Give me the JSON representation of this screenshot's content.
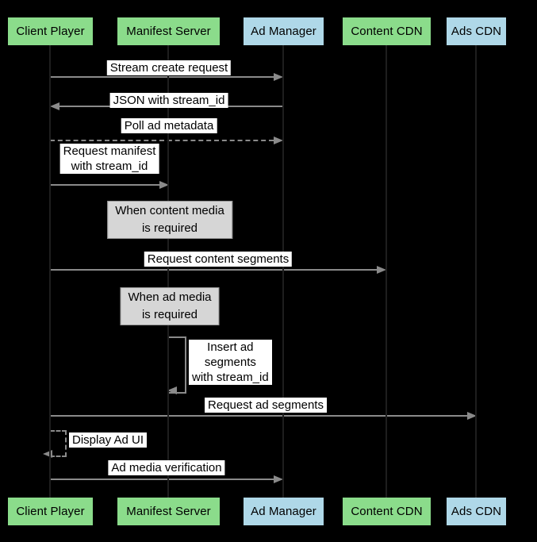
{
  "colors": {
    "background": "#000000",
    "actor_green": "#8BDC8B",
    "actor_blue": "#AFD8E8",
    "note_fill": "#D6D6D6",
    "note_border": "#939393",
    "arrow_gray": "#8A8A8A",
    "label_bg": "#FFFFFF",
    "text": "#000000"
  },
  "actors": [
    {
      "label": "Client Player",
      "color": "green"
    },
    {
      "label": "Manifest Server",
      "color": "green"
    },
    {
      "label": "Ad Manager",
      "color": "blue"
    },
    {
      "label": "Content CDN",
      "color": "green"
    },
    {
      "label": "Ads CDN",
      "color": "blue"
    }
  ],
  "messages": [
    {
      "label": "Stream create request",
      "from": "Client Player",
      "to": "Ad Manager",
      "style": "solid"
    },
    {
      "label": "JSON with stream_id",
      "from": "Ad Manager",
      "to": "Client Player",
      "style": "solid"
    },
    {
      "label": "Poll ad metadata",
      "from": "Client Player",
      "to": "Ad Manager",
      "style": "dashed"
    },
    {
      "label": "Request manifest\nwith stream_id",
      "from": "Client Player",
      "to": "Manifest Server",
      "style": "solid"
    },
    {
      "label": "Request content segments",
      "from": "Client Player",
      "to": "Content CDN",
      "style": "solid"
    },
    {
      "label": "Insert ad\nsegments\nwith stream_id",
      "from": "Manifest Server",
      "to": "Manifest Server",
      "style": "self-solid"
    },
    {
      "label": "Request ad segments",
      "from": "Client Player",
      "to": "Ads CDN",
      "style": "solid"
    },
    {
      "label": "Display Ad UI",
      "from": "Client Player",
      "to": "Client Player",
      "style": "self-dashed"
    },
    {
      "label": "Ad media verification",
      "from": "Client Player",
      "to": "Ad Manager",
      "style": "solid"
    }
  ],
  "notes": [
    {
      "label": "When content media\nis required"
    },
    {
      "label": "When ad media\nis required"
    }
  ]
}
